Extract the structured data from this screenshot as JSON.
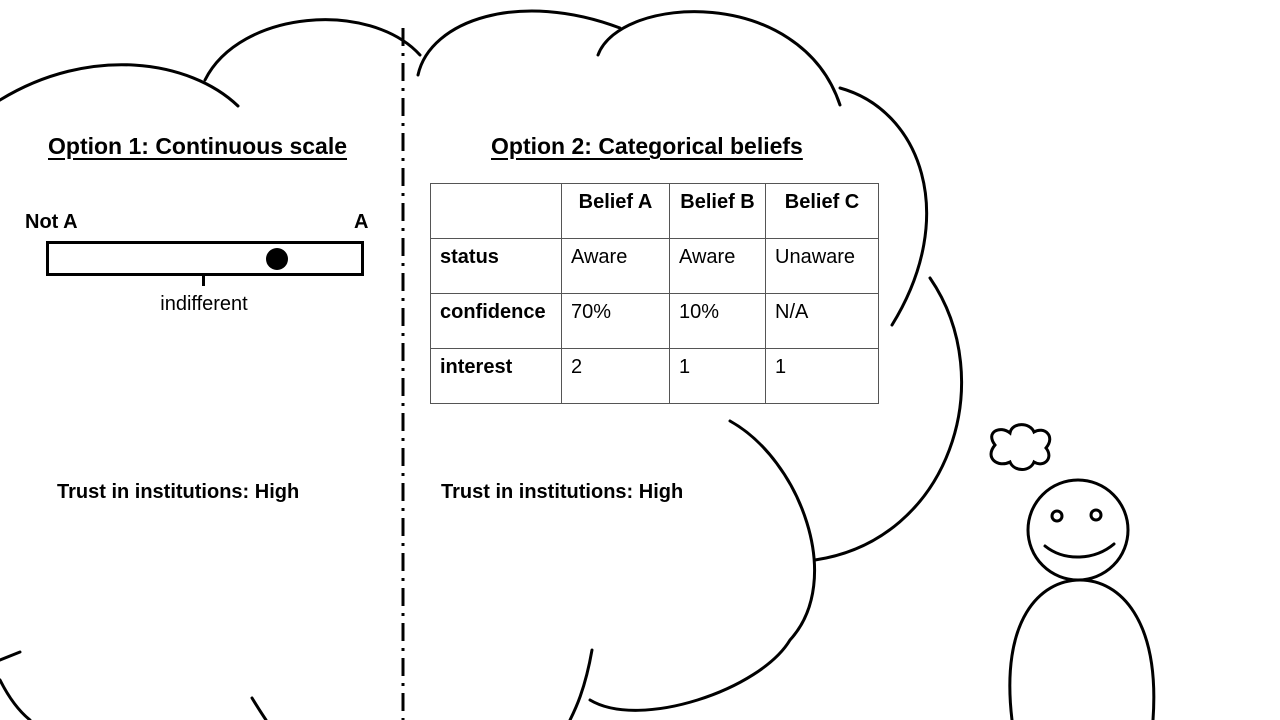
{
  "option1": {
    "heading": "Option 1: Continuous scale",
    "left_label": "Not A",
    "right_label": "A",
    "midpoint_label": "indifferent",
    "belief_position": 0.73,
    "trust_text": "Trust in institutions: High"
  },
  "option2": {
    "heading": "Option 2: Categorical beliefs",
    "columns": [
      "",
      "Belief A",
      "Belief B",
      "Belief C"
    ],
    "rows": [
      {
        "label": "status",
        "values": [
          "Aware",
          "Aware",
          "Unaware"
        ]
      },
      {
        "label": "confidence",
        "values": [
          "70%",
          "10%",
          "N/A"
        ]
      },
      {
        "label": "interest",
        "values": [
          "2",
          "1",
          "1"
        ]
      }
    ],
    "trust_text": "Trust in institutions: High"
  }
}
